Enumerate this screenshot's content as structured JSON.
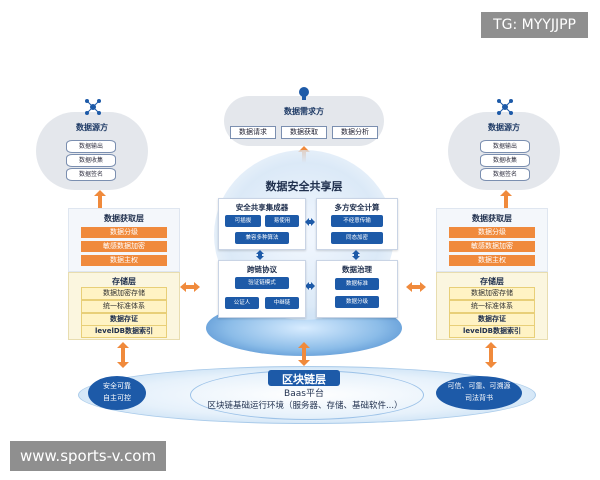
{
  "watermark_top": "TG: MYYJJPP",
  "watermark_bottom": "www.sports-v.com",
  "left_source": {
    "title": "数据源方",
    "items": [
      "数据输出",
      "数据收集",
      "数据签名"
    ]
  },
  "right_source": {
    "title": "数据源方",
    "items": [
      "数据输出",
      "数据收集",
      "数据签名"
    ]
  },
  "demand": {
    "title": "数据需求方",
    "items": [
      "数据请求",
      "数据获取",
      "数据分析"
    ]
  },
  "left_acquisition": {
    "title": "数据获取层",
    "items": [
      "数据分级",
      "敏感数据加密",
      "数据主权"
    ]
  },
  "right_acquisition": {
    "title": "数据获取层",
    "items": [
      "数据分级",
      "敏感数据加密",
      "数据主权"
    ]
  },
  "left_storage": {
    "title": "存储层",
    "items": [
      "数据加密存储",
      "统一标准体系",
      "数据存证",
      "levelDB数据索引"
    ]
  },
  "right_storage": {
    "title": "存储层",
    "items": [
      "数据加密存储",
      "统一标准体系",
      "数据存证",
      "levelDB数据索引"
    ]
  },
  "center": {
    "title": "数据安全共享层",
    "integrator": {
      "title": "安全共享集成器",
      "items": [
        "可插拔",
        "易使用",
        "兼容多种算法"
      ]
    },
    "mpc": {
      "title": "多方安全计算",
      "items": [
        "不经意传输",
        "同态加密"
      ]
    },
    "crosschain": {
      "title": "跨链协议",
      "items": [
        "验证链模式",
        "公证人",
        "中继链"
      ]
    },
    "governance": {
      "title": "数据治理",
      "items": [
        "数据标准",
        "数据分级"
      ]
    }
  },
  "blockchain": {
    "title": "区块链层",
    "line1": "Baas平台",
    "line2": "区块链基础运行环境（服务器、存储、基础软件...）",
    "left_badge": [
      "安全可靠",
      "自主可控"
    ],
    "right_badge": [
      "可信、可靠、可溯源",
      "司法背书"
    ]
  },
  "colors": {
    "accent_orange": "#f08a3c",
    "dark_blue": "#1d5aa8",
    "storage_yellow": "#fff3c4"
  }
}
